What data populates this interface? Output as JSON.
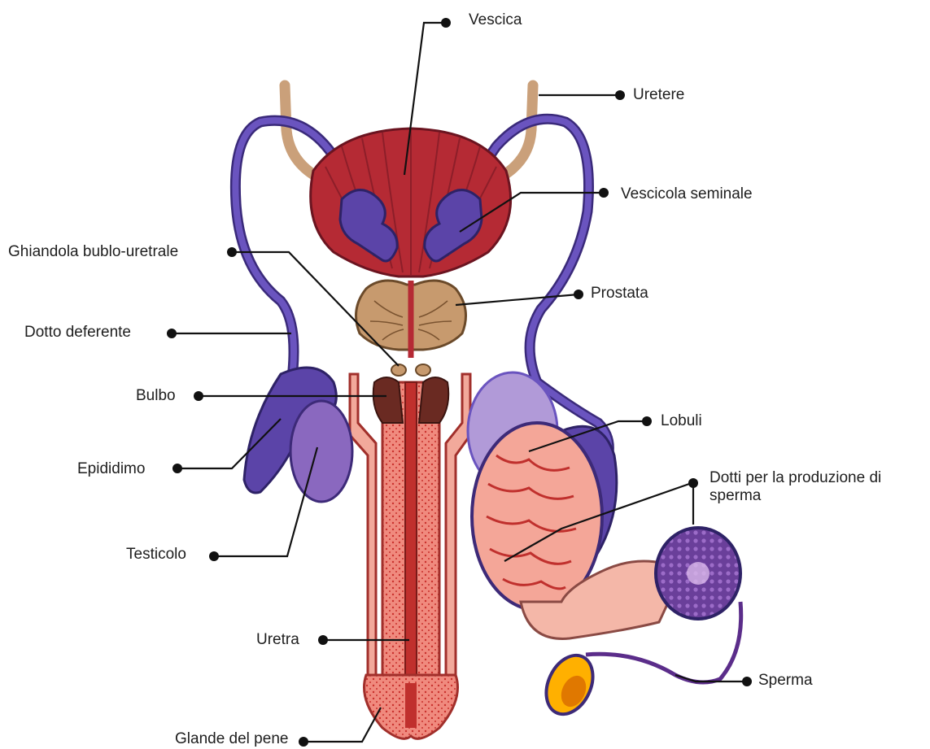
{
  "labels": {
    "vescica": "Vescica",
    "uretere": "Uretere",
    "vescicola_seminale": "Vescicola seminale",
    "ghiandola": "Ghiandola bublo-uretrale",
    "prostata": "Prostata",
    "dotto_deferente": "Dotto deferente",
    "bulbo": "Bulbo",
    "lobuli": "Lobuli",
    "epididimo": "Epididimo",
    "dotti_sperma": "Dotti per la produzione di sperma",
    "testicolo": "Testicolo",
    "uretra": "Uretra",
    "sperma": "Sperma",
    "glande": "Glande del pene"
  },
  "colors": {
    "bladder": "#b52a34",
    "ureter": "#d8a77c",
    "vas": "#5b44a8",
    "prostate": "#c79a6e",
    "penis": "#e2453f",
    "testis": "#8a68bf",
    "tubule_pink": "#f4a698",
    "line": "#111111"
  }
}
